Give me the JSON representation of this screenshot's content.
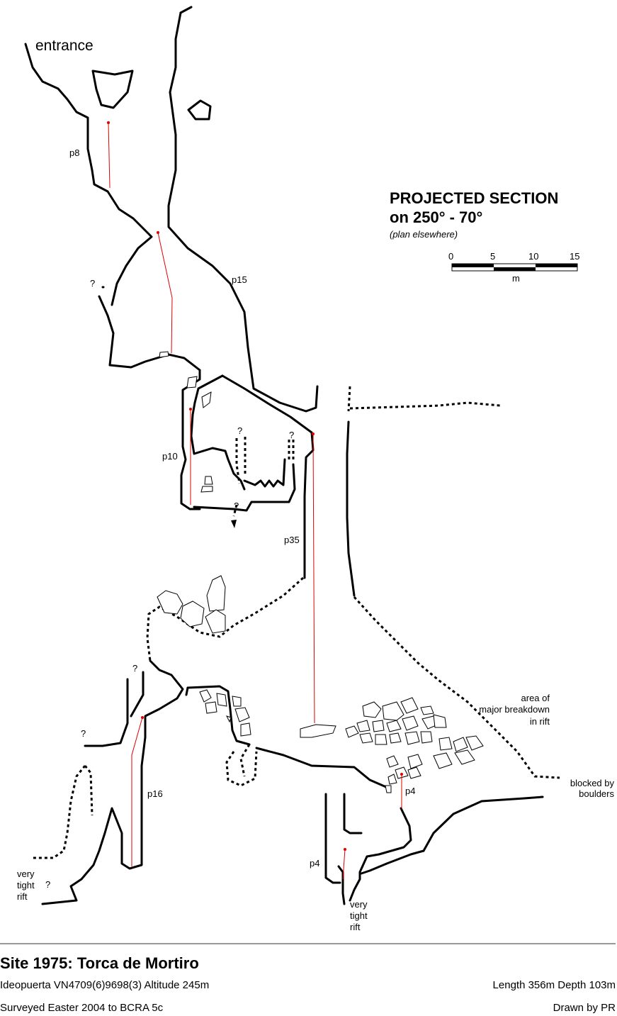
{
  "title_block": {
    "heading_line1": "PROJECTED SECTION",
    "heading_line2": "on 250° - 70°",
    "note": "(plan elsewhere)"
  },
  "scale_bar": {
    "ticks": [
      "0",
      "5",
      "10",
      "15"
    ],
    "unit": "m"
  },
  "labels": {
    "entrance": "entrance",
    "p8": "p8",
    "p15": "p15",
    "p10": "p10",
    "p35": "p35",
    "p16": "p16",
    "p4_upper": "p4",
    "p4_lower": "p4",
    "question": "?",
    "breakdown_l1": "area of",
    "breakdown_l2": "major breakdown",
    "breakdown_l3": "in rift",
    "blocked_l1": "blocked by",
    "blocked_l2": "boulders",
    "tight_left_l1": "very",
    "tight_left_l2": "tight",
    "tight_left_l3": "rift",
    "tight_right_l1": "very",
    "tight_right_l2": "tight",
    "tight_right_l3": "rift"
  },
  "footer": {
    "site_title": "Site 1975: Torca de Mortiro",
    "location": "Ideopuerta   VN4709(6)9698(3)  Altitude 245m",
    "stats": "Length 356m  Depth 103m",
    "survey": "Surveyed Easter 2004  to BCRA 5c",
    "author": "Drawn by PR"
  },
  "colors": {
    "wall": "#000000",
    "pitch_line": "#e00000",
    "rule": "#999999"
  }
}
